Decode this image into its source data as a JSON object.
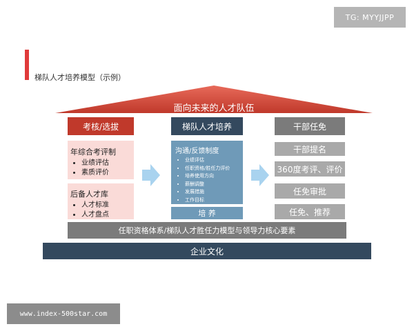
{
  "watermark_top": "TG: MYYJJPP",
  "title": "梯队人才培养模型（示例）",
  "roof": "面向未来的人才队伍",
  "columns": {
    "left": {
      "header": "考核/选拔",
      "box1": {
        "title": "年综合考评制",
        "items": [
          "业绩评估",
          "素质评价"
        ]
      },
      "box2": {
        "title": "后备人才库",
        "items": [
          "人才标准",
          "人才盘点"
        ]
      }
    },
    "middle": {
      "header": "梯队人才培养",
      "box": {
        "title": "沟通/反馈制度",
        "items": [
          "业绩评估",
          "任职资格/胜任力评价",
          "培养使用方向",
          "薪酬调整",
          "发展措施",
          "工作目标"
        ]
      },
      "footer": "培 养"
    },
    "right": {
      "header": "干部任免",
      "items": [
        "干部提名",
        "360度考评、评价",
        "任免审批",
        "任免、推荐"
      ]
    }
  },
  "base": "任职资格体系/梯队人才胜任力模型与领导力核心要素",
  "culture": "企业文化",
  "watermark_bottom": "www.index-500star.com",
  "colors": {
    "accent": "#e03a3a",
    "header_red": "#c0392b",
    "header_dark": "#34495e",
    "header_grey": "#7b7b7b",
    "pink": "#fadbd8",
    "steel": "#6f9ab8",
    "arrow": "#a9d3ef"
  }
}
